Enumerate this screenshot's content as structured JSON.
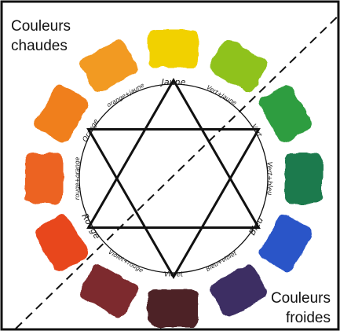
{
  "labels": {
    "warm_line1": "Couleurs",
    "warm_line2": "chaudes",
    "cold_line1": "Couleurs",
    "cold_line2": "froides"
  },
  "wheel": {
    "names": [
      "Jaune",
      "Vert+Jaune",
      "Vert",
      "Vert+bleu",
      "Bleu",
      "Bleu+violet",
      "Violet",
      "Violet+rouge",
      "Rouge",
      "rouge+orange",
      "Orange",
      "orange+jaune"
    ],
    "swatch_colors": [
      "#f1d100",
      "#8fc21c",
      "#2f9d3f",
      "#1f7a4e",
      "#2a55c8",
      "#3c2f63",
      "#4d2026",
      "#7d2c2e",
      "#e8461c",
      "#ec6420",
      "#f07f1e",
      "#f29a22"
    ]
  },
  "colors": {
    "frame": "#111111",
    "star": "#111111",
    "ring": "#111111",
    "divider": "#111111"
  }
}
